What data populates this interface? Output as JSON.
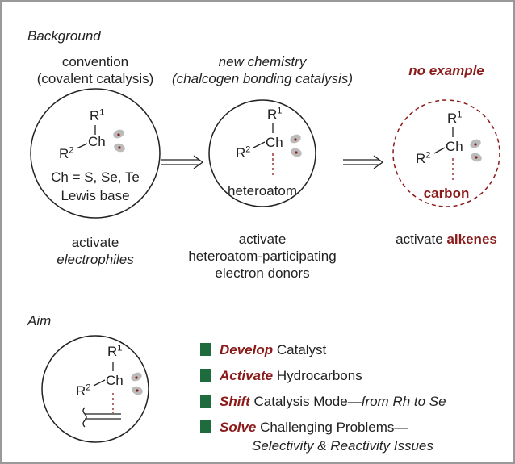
{
  "background": {
    "heading": "Background",
    "col1": {
      "title1": "convention",
      "title2": "(covalent catalysis)",
      "circle_line1": "Ch = S, Se, Te",
      "circle_line2": "Lewis base",
      "caption1": "activate",
      "caption2": "electrophiles"
    },
    "col2": {
      "title1": "new chemistry",
      "title2": "(chalcogen bonding catalysis)",
      "circle_label": "heteroatom",
      "caption1": "activate",
      "caption2": "heteroatom-participating",
      "caption3": "electron donors"
    },
    "col3": {
      "title": "no example",
      "circle_label": "carbon",
      "caption_prefix": "activate",
      "caption_bold": "alkenes"
    }
  },
  "molecule": {
    "r1": "R",
    "r1_sup": "1",
    "r2": "R",
    "r2_sup": "2",
    "center": "Ch"
  },
  "aim": {
    "heading": "Aim",
    "items": [
      {
        "bold": "Develop",
        "rest": " Catalyst"
      },
      {
        "bold": "Activate",
        "rest": " Hydrocarbons"
      },
      {
        "bold": "Shift",
        "rest": " Catalysis Mode—",
        "italic": "from Rh to Se"
      },
      {
        "bold": "Solve",
        "rest": " Challenging Problems—"
      }
    ],
    "item4_line2": "Selectivity & Reactivity Issues"
  },
  "colors": {
    "accent_red": "#8b1a1a",
    "bullet_green": "#1e6b3e",
    "frame": "#999999"
  }
}
